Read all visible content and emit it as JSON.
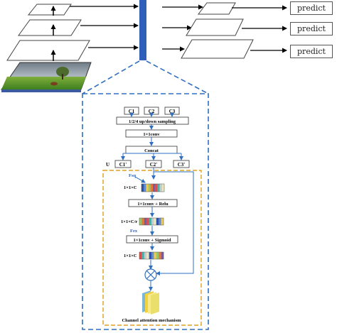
{
  "predict_labels": [
    "predict",
    "predict",
    "predict"
  ],
  "fusion": {
    "inputs": [
      "C1",
      "C2",
      "C3"
    ],
    "sampling": "1/2/4  up/down  sampling",
    "conv": "1×1conv",
    "concat": "Concat",
    "u_label": "U",
    "outputs": [
      "C1'",
      "C2'",
      "C3'"
    ]
  },
  "attention": {
    "fsq": "Fsq",
    "dim1": "1×1×C",
    "conv_relu": "1×1conv + Relu",
    "dim2": "1×1×C/r",
    "fex": "Fex",
    "conv_sigmoid": "1×1conv + Sigmoid",
    "dim3": "1×1×C",
    "caption": "Channel attention mechanism"
  },
  "colors": {
    "dashed_outline": "#2e6fc0",
    "attention_border": "#e0a020",
    "stem_bar": "#2f5fb8",
    "accent_text": "#2f5fb8"
  },
  "icons": [
    "multiply-circle-icon",
    "feature-map-stack-icon",
    "landscape-photo-icon"
  ]
}
